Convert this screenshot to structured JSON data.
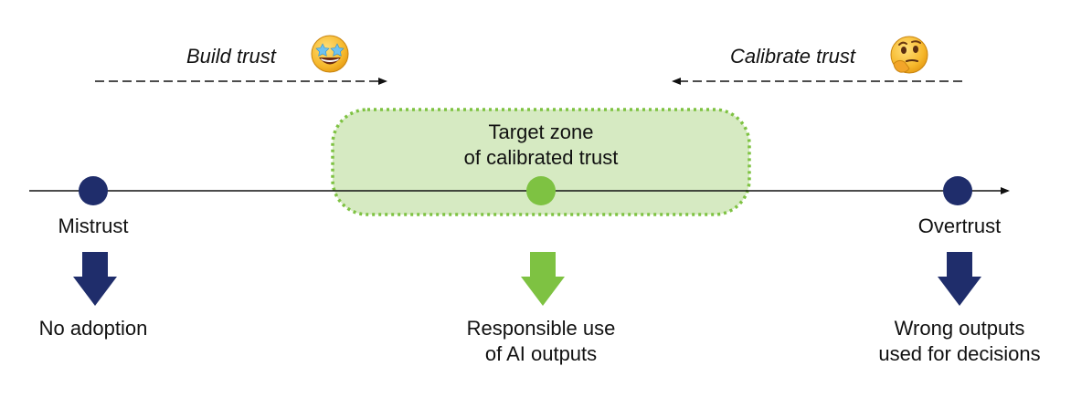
{
  "colors": {
    "navy": "#1f2d6b",
    "green": "#7ec242",
    "green_fill": "#d6eac2",
    "green_border": "#7ec242",
    "line": "#111111",
    "text": "#111111"
  },
  "top": {
    "build": {
      "label": "Build trust",
      "emoji": "star-struck-face-icon"
    },
    "calibrate": {
      "label": "Calibrate trust",
      "emoji": "thinking-face-icon"
    }
  },
  "zone": {
    "line1": "Target zone",
    "line2": "of calibrated trust"
  },
  "points": {
    "mistrust": {
      "label": "Mistrust",
      "outcome": {
        "line1": "No adoption",
        "line2": ""
      }
    },
    "calibrated": {
      "label": "",
      "outcome": {
        "line1": "Responsible use",
        "line2": "of AI outputs"
      }
    },
    "overtrust": {
      "label": "Overtrust",
      "outcome": {
        "line1": "Wrong outputs",
        "line2": "used for decisions"
      }
    }
  }
}
